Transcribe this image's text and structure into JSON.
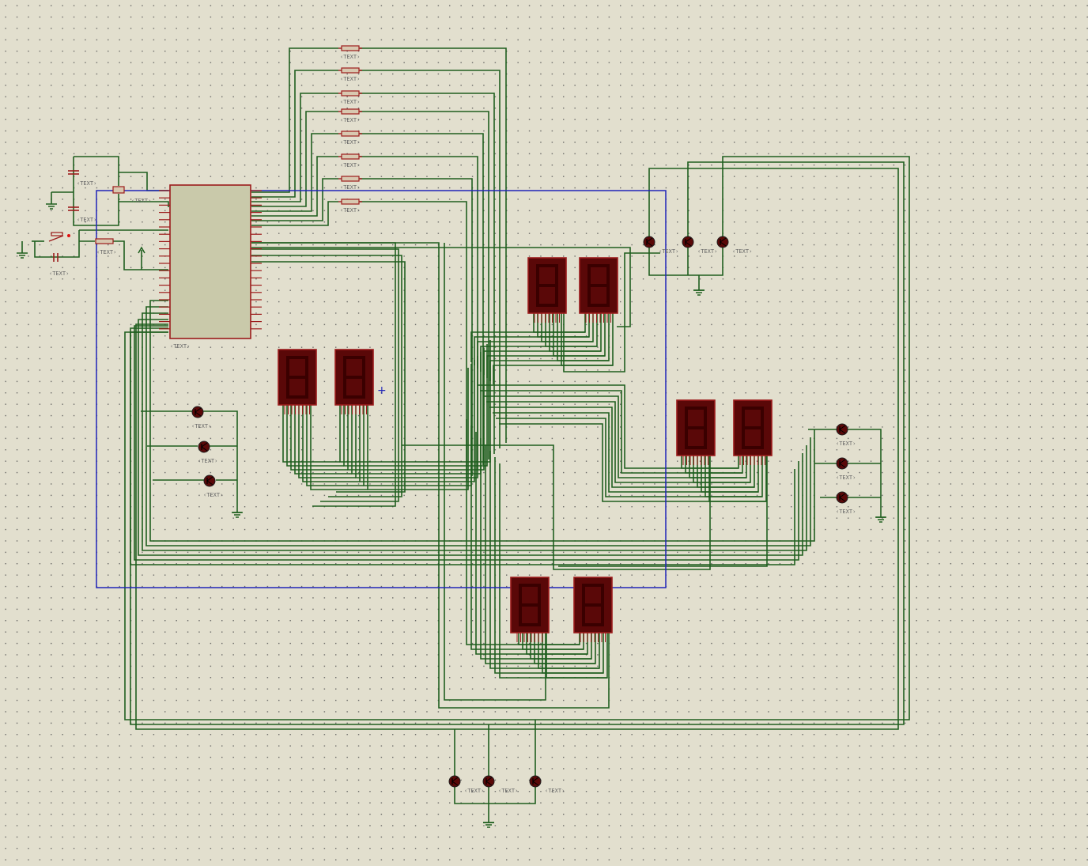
{
  "colors": {
    "sheet_background": "#e2dfce",
    "grid_dot": "#555555",
    "wire": "#1f5f1f",
    "component_outline": "#9c1c1c",
    "mcu_body": "#c9c9aa",
    "display_body": "#5a0808",
    "display_segment": "#3a0000",
    "selection_box": "#1f24b8",
    "label": "#666666"
  },
  "schematic": {
    "microcontroller": {
      "label": "‹TEXT›"
    },
    "resistor_bank": [
      {
        "label": "‹TEXT›"
      },
      {
        "label": "‹TEXT›"
      },
      {
        "label": "‹TEXT›"
      },
      {
        "label": "‹TEXT›"
      },
      {
        "label": "‹TEXT›"
      },
      {
        "label": "‹TEXT›"
      },
      {
        "label": "‹TEXT›"
      },
      {
        "label": "‹TEXT›"
      }
    ],
    "reset_resistor": {
      "label": "‹TEXT›"
    },
    "crystal": {
      "label": "‹TEXT›"
    },
    "capacitors": [
      {
        "label": "‹TEXT›"
      },
      {
        "label": "‹TEXT›"
      },
      {
        "label": "‹TEXT›"
      }
    ],
    "seven_segment_pairs": [
      {
        "name": "display-pair-left"
      },
      {
        "name": "display-pair-top-right"
      },
      {
        "name": "display-pair-right"
      },
      {
        "name": "display-pair-bottom"
      }
    ],
    "transistor_groups": [
      {
        "name": "left",
        "labels": [
          "‹TEXT›",
          "‹TEXT›",
          "‹TEXT›"
        ]
      },
      {
        "name": "top-right",
        "labels": [
          "‹TEXT›",
          "‹TEXT›",
          "‹TEXT›"
        ]
      },
      {
        "name": "right",
        "labels": [
          "‹TEXT›",
          "‹TEXT›",
          "‹TEXT›"
        ]
      },
      {
        "name": "bottom",
        "labels": [
          "‹TEXT›",
          "‹TEXT›",
          "‹TEXT›"
        ]
      }
    ]
  }
}
